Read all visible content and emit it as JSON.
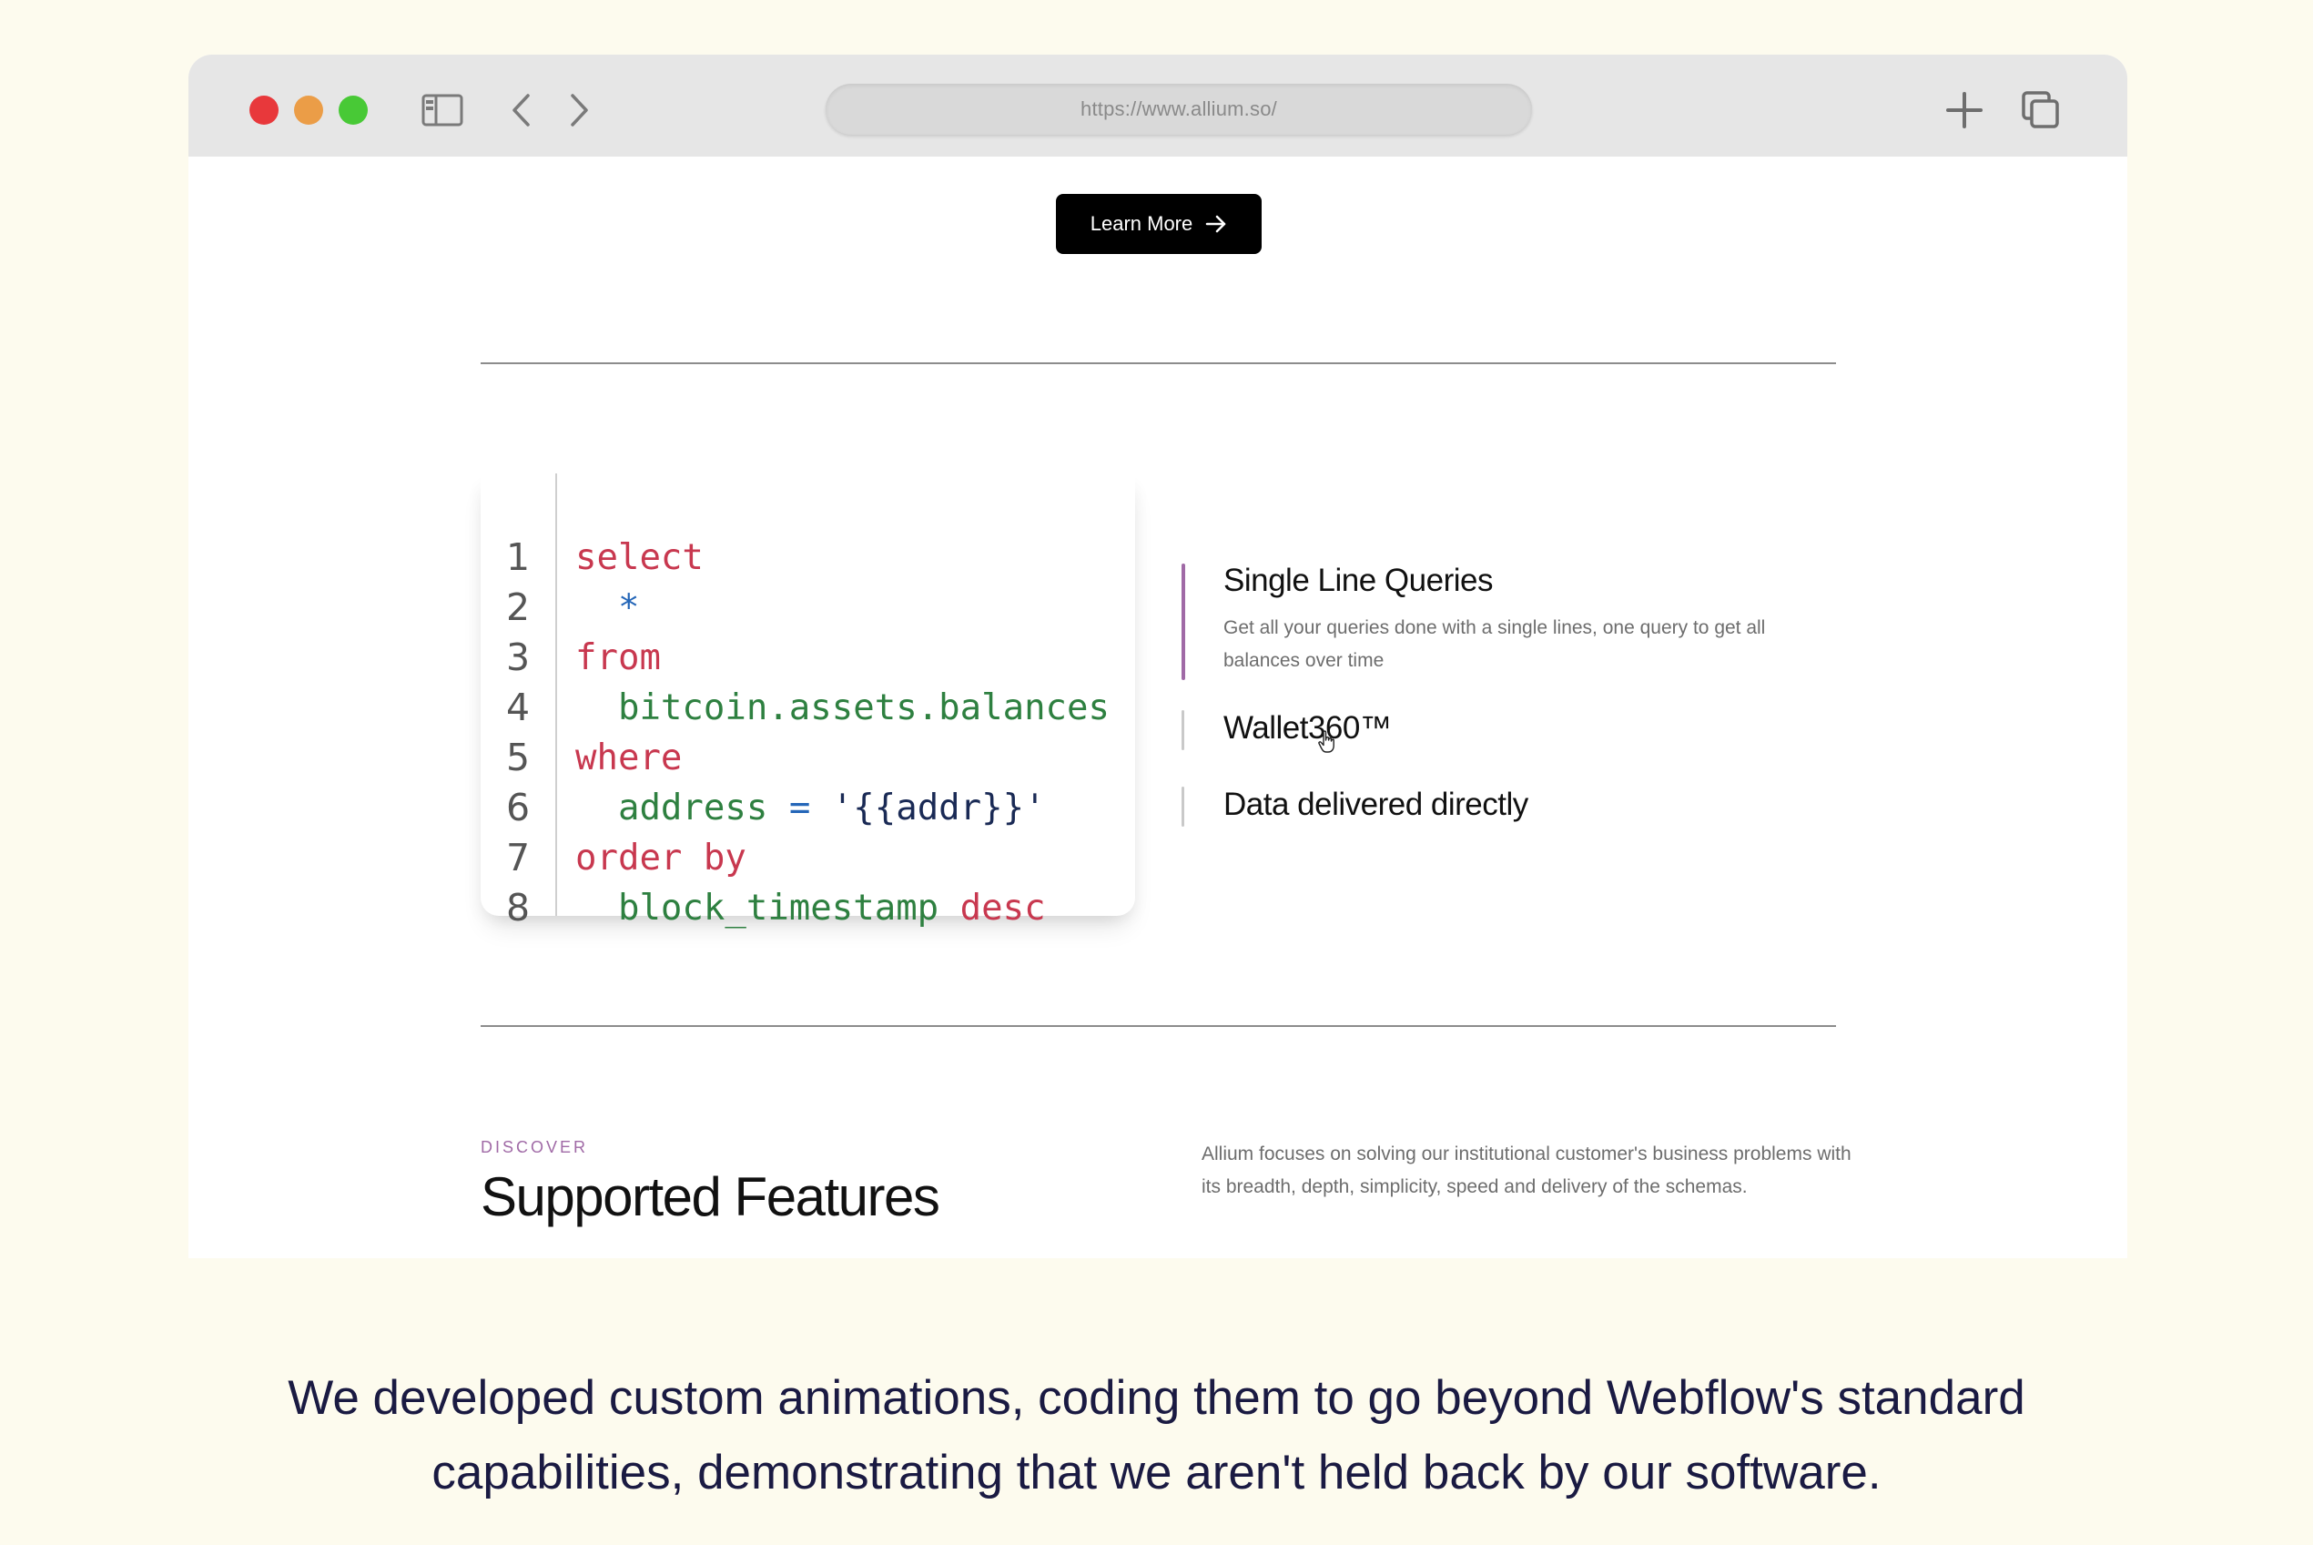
{
  "browser": {
    "url": "https://www.allium.so/"
  },
  "cta": {
    "label": "Learn More"
  },
  "code": {
    "lines": [
      {
        "n": "1",
        "parts": [
          [
            "kw",
            "select"
          ]
        ]
      },
      {
        "n": "2",
        "parts": [
          [
            "op",
            "  *"
          ]
        ]
      },
      {
        "n": "3",
        "parts": [
          [
            "kw",
            "from"
          ]
        ]
      },
      {
        "n": "4",
        "parts": [
          [
            "id",
            "  bitcoin.assets.balances"
          ]
        ]
      },
      {
        "n": "5",
        "parts": [
          [
            "kw",
            "where"
          ]
        ]
      },
      {
        "n": "6",
        "parts": [
          [
            "id",
            "  address "
          ],
          [
            "op",
            "= "
          ],
          [
            "str",
            "'{{addr}}'"
          ]
        ]
      },
      {
        "n": "7",
        "parts": [
          [
            "kw",
            "order by"
          ]
        ]
      },
      {
        "n": "8",
        "parts": [
          [
            "id",
            "  block_timestamp "
          ],
          [
            "kw",
            "desc"
          ]
        ]
      }
    ]
  },
  "features": [
    {
      "title": "Single Line Queries",
      "desc": "Get all your queries done with a single lines, one query to get all balances over time"
    },
    {
      "title": "Wallet360™"
    },
    {
      "title": "Data delivered directly"
    }
  ],
  "section": {
    "eyebrow": "DISCOVER",
    "title": "Supported Features",
    "desc": "Allium focuses on solving our institutional customer's business problems with its breadth, depth, simplicity, speed and delivery of the schemas."
  },
  "caption": {
    "line1": "We developed custom animations, coding them to go beyond Webflow's standard",
    "line2": "capabilities, demonstrating that we aren't held back by our software."
  },
  "colors": {
    "page_bg": "#fdfbee",
    "keyword": "#c8384f",
    "identifier": "#2e8040",
    "operator": "#2466b8",
    "accent": "#a06aa6"
  },
  "icons": [
    "sidebar-icon",
    "chevron-left-icon",
    "chevron-right-icon",
    "plus-icon",
    "tabs-icon",
    "arrow-right-icon",
    "cursor-hand-icon"
  ]
}
